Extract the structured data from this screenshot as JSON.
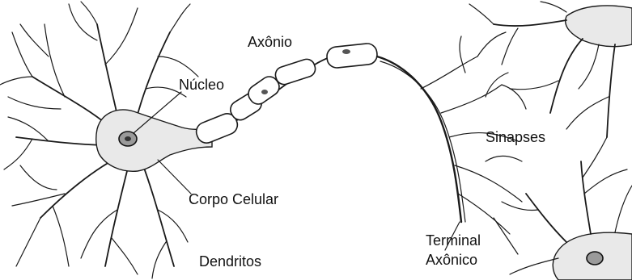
{
  "labels": {
    "axon": "Axônio",
    "nucleus": "Núcleo",
    "synapses": "Sinapses",
    "cell_body": "Corpo Celular",
    "terminal_line1": "Terminal",
    "terminal_line2": "Axônico",
    "dendrites": "Dendritos"
  }
}
